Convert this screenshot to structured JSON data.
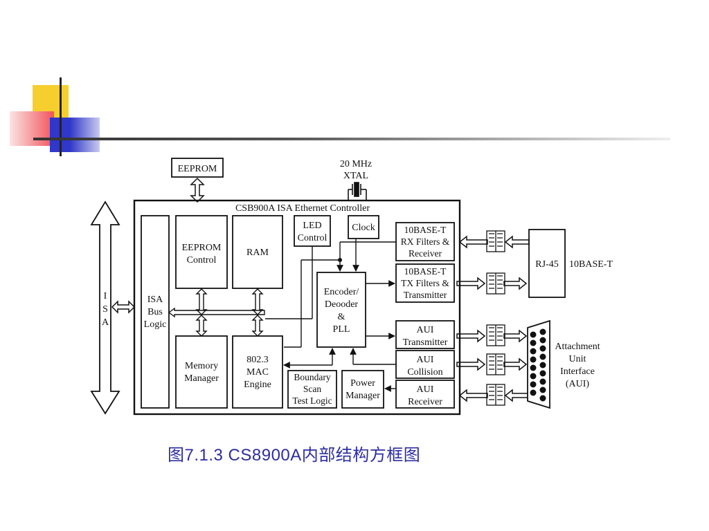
{
  "slide": {
    "caption": "图7.1.3  CS8900A内部结构方框图",
    "colors": {
      "accent_yellow": "#f6cf2e",
      "accent_red": "#f2535a",
      "accent_blue": "#3037c9",
      "caption": "#2c2ca0"
    }
  },
  "diagram": {
    "eeprom_top": "EEPROM",
    "xtal_line1": "20 MHz",
    "xtal_line2": "XTAL",
    "controller_title": "CSB900A ISA Ethernet Controller",
    "isa_bus_letters": [
      "I",
      "S",
      "A"
    ],
    "isa_bus_logic": [
      "ISA",
      "Bus",
      "Logic"
    ],
    "eeprom_control": [
      "EEPROM",
      "Control"
    ],
    "ram": "RAM",
    "led_control": [
      "LED",
      "Control"
    ],
    "clock": "Clock",
    "rx_filters": [
      "10BASE-T",
      "RX Filters &",
      "Receiver"
    ],
    "tx_filters": [
      "10BASE-T",
      "TX Filters &",
      "Transmitter"
    ],
    "encoder": [
      "Encoder/",
      "Deooder",
      "&",
      "PLL"
    ],
    "memory_manager": [
      "Memory",
      "Manager"
    ],
    "mac_engine": [
      "802.3",
      "MAC",
      "Engine"
    ],
    "boundary_scan": [
      "Boundary",
      "Scan",
      "Test Logic"
    ],
    "power_manager": [
      "Power",
      "Manager"
    ],
    "aui_transmitter": [
      "AUI",
      "Transmitter"
    ],
    "aui_collision": [
      "AUI",
      "Collision"
    ],
    "aui_receiver": [
      "AUI",
      "Receiver"
    ],
    "rj45": "RJ-45",
    "tenbaset": "10BASE-T",
    "attachment": [
      "Attachment",
      "Unit",
      "Interface",
      "(AUI)"
    ]
  },
  "icons": [
    "transformer-icon",
    "aui-connector-icon",
    "crystal-icon"
  ]
}
